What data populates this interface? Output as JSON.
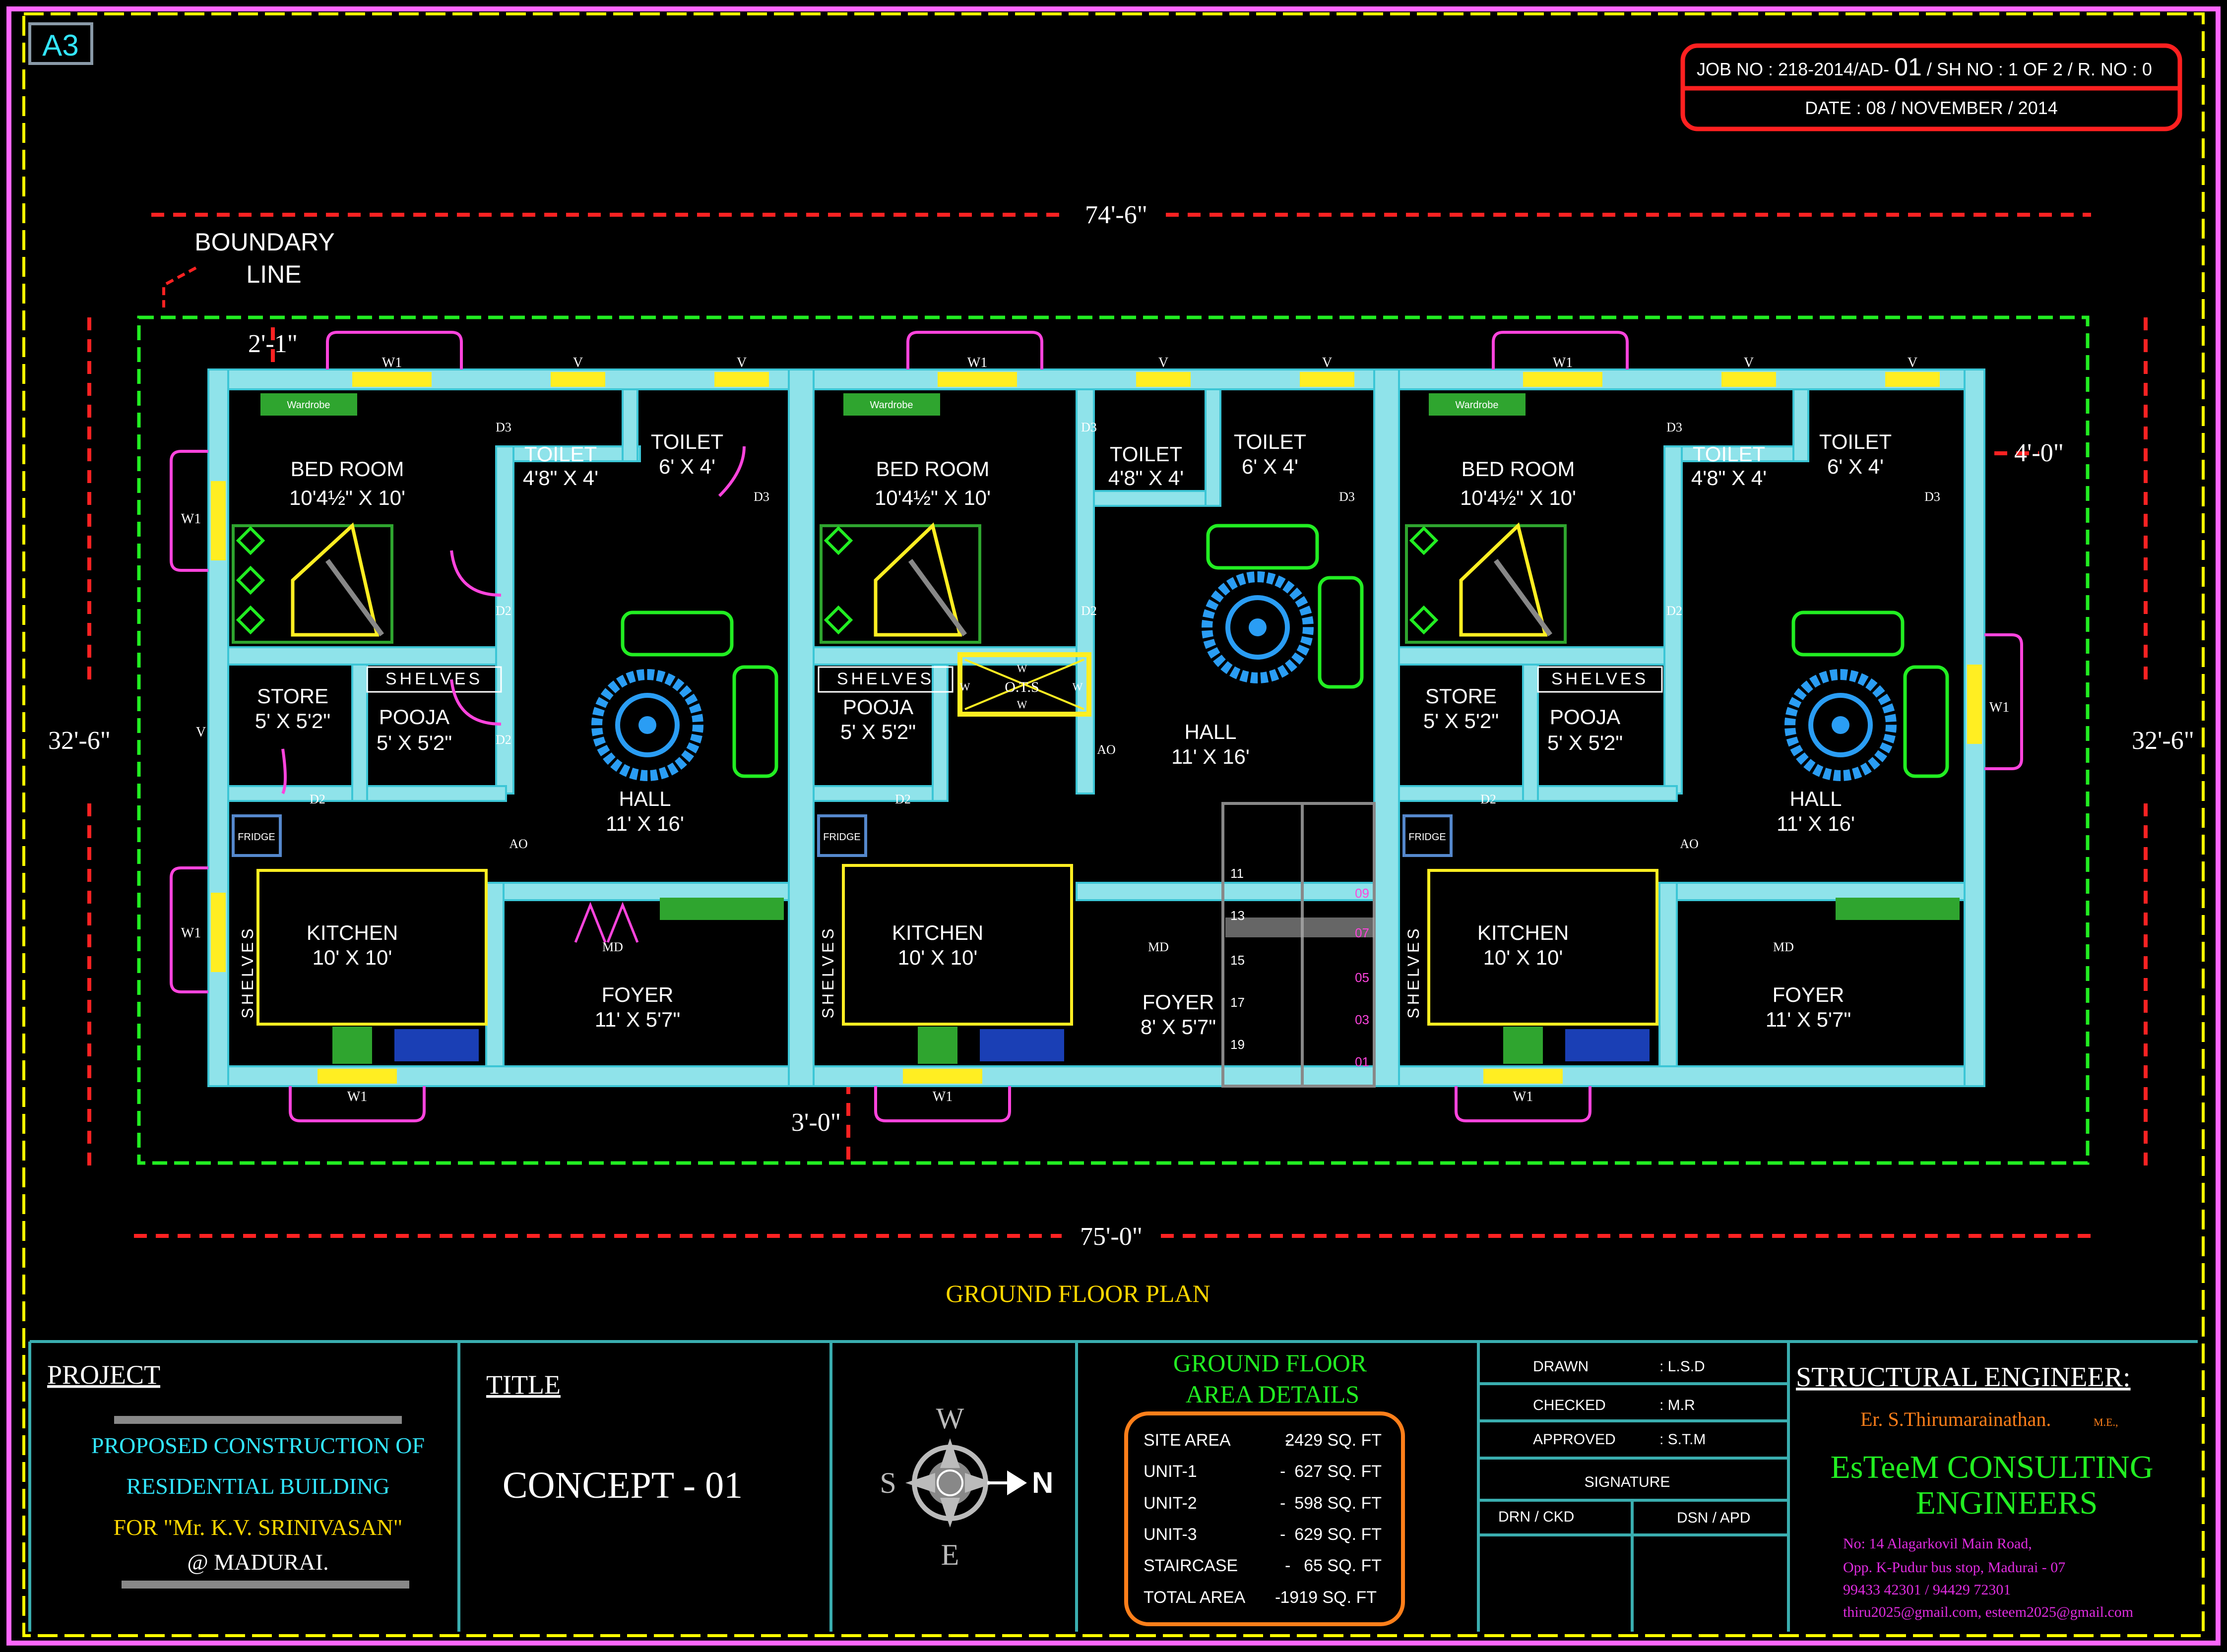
{
  "sheet_size": "A3",
  "job_info": {
    "line1_prefix": "JOB NO : 218-2014/AD-",
    "line1_num": "01",
    "line1_suffix": "/ SH NO : 1 OF 2 / R. NO : 0",
    "date": "DATE : 08 / NOVEMBER / 2014"
  },
  "dimensions": {
    "top": "74'-6\"",
    "bottom": "75'-0\"",
    "left": "32'-6\"",
    "right": "32'-6\"",
    "setback_top": "2'-1\"",
    "setback_bottom": "3'-0\"",
    "setback_right": "4'-0\""
  },
  "boundary_label": [
    "BOUNDARY",
    "LINE"
  ],
  "drawing_title": "GROUND FLOOR PLAN",
  "units": [
    {
      "bed_room": "BED ROOM",
      "bed_size": "10'4½\" X 10'",
      "toilet_a": "TOILET",
      "toilet_a_size": "4'8\" X 4'",
      "toilet_b": "TOILET",
      "toilet_b_size": "6' X 4'",
      "store": "STORE",
      "store_size": "5' X 5'2\"",
      "pooja": "POOJA",
      "pooja_size": "5' X 5'2\"",
      "hall": "HALL",
      "hall_size": "11' X 16'",
      "kitchen": "KITCHEN",
      "kitchen_size": "10' X 10'",
      "foyer": "FOYER",
      "foyer_size": "11' X 5'7\"",
      "shelves_h": "SHELVES",
      "shelves_v": "SHELVES",
      "wardrobe": "Wardrobe",
      "fridge": "FRIDGE"
    },
    {
      "bed_room": "BED ROOM",
      "bed_size": "10'4½\" X 10'",
      "toilet_a": "TOILET",
      "toilet_a_size": "4'8\" X 4'",
      "toilet_b": "TOILET",
      "toilet_b_size": "6' X 4'",
      "pooja": "POOJA",
      "pooja_size": "5' X 5'2\"",
      "hall": "HALL",
      "hall_size": "11' X 16'",
      "kitchen": "KITCHEN",
      "kitchen_size": "10' X 10'",
      "foyer": "FOYER",
      "foyer_size": "8' X 5'7\"",
      "shelves_h": "SHELVES",
      "shelves_v": "SHELVES",
      "wardrobe": "Wardrobe",
      "fridge": "FRIDGE",
      "ots": "O.T.S"
    },
    {
      "bed_room": "BED ROOM",
      "bed_size": "10'4½\" X 10'",
      "toilet_a": "TOILET",
      "toilet_a_size": "4'8\" X 4'",
      "toilet_b": "TOILET",
      "toilet_b_size": "6' X 4'",
      "store": "STORE",
      "store_size": "5' X 5'2\"",
      "pooja": "POOJA",
      "pooja_size": "5' X 5'2\"",
      "hall": "HALL",
      "hall_size": "11' X 16'",
      "kitchen": "KITCHEN",
      "kitchen_size": "10' X 10'",
      "foyer": "FOYER",
      "foyer_size": "11' X 5'7\"",
      "shelves_h": "SHELVES",
      "shelves_v": "SHELVES",
      "wardrobe": "Wardrobe",
      "fridge": "FRIDGE"
    }
  ],
  "openings": {
    "window": "W1",
    "ventilator": "V",
    "door_d2": "D2",
    "door_d3": "D3",
    "main_door": "MD",
    "arch": "AO",
    "window_w": "W"
  },
  "stair_numbers": [
    "11",
    "13",
    "15",
    "17",
    "19"
  ],
  "stair_flight_numbers": [
    "09",
    "07",
    "05",
    "03",
    "01"
  ],
  "title_block": {
    "project_heading": "PROJECT",
    "project_lines": [
      "PROPOSED CONSTRUCTION OF",
      "RESIDENTIAL BUILDING",
      "FOR \"Mr. K.V. SRINIVASAN\"",
      "@ MADURAI."
    ],
    "title_heading": "TITLE",
    "title_value": "CONCEPT - 01",
    "compass": {
      "w": "W",
      "s": "S",
      "e": "E",
      "n": "N"
    },
    "area_heading": [
      "GROUND FLOOR",
      "AREA DETAILS"
    ],
    "areas": [
      {
        "label": "SITE AREA",
        "dash": "-",
        "value": "2429 SQ. FT"
      },
      {
        "label": "UNIT-1",
        "dash": "-",
        "value": "627 SQ. FT"
      },
      {
        "label": "UNIT-2",
        "dash": "-",
        "value": "598 SQ. FT"
      },
      {
        "label": "UNIT-3",
        "dash": "-",
        "value": "629 SQ. FT"
      },
      {
        "label": "STAIRCASE",
        "dash": "-",
        "value": "65 SQ. FT"
      },
      {
        "label": "TOTAL AREA",
        "dash": "-",
        "value": "1919 SQ. FT"
      }
    ],
    "signoff": [
      {
        "label": "DRAWN",
        "value": ": L.S.D"
      },
      {
        "label": "CHECKED",
        "value": ": M.R"
      },
      {
        "label": "APPROVED",
        "value": ": S.T.M"
      }
    ],
    "signature": "SIGNATURE",
    "drn_ckd": "DRN / CKD",
    "dsn_apd": "DSN / APD",
    "engineer_heading": "STRUCTURAL ENGINEER:",
    "engineer_name": "Er. S.Thirumarainathan.",
    "engineer_degree": "M.E.,",
    "firm": [
      "EsTeeM CONSULTING",
      "ENGINEERS"
    ],
    "address": [
      "No: 14 Alagarkovil Main Road,",
      "Opp. K-Pudur bus stop, Madurai - 07",
      "99433 42301 / 94429 72301",
      "thiru2025@gmail.com, esteem2025@gmail.com"
    ]
  },
  "colors": {
    "wall": "#8fe3ea",
    "frame": "#ff66ff",
    "border": "#ffff00",
    "boundary": "#22ee22",
    "dimension": "#ff2222",
    "title_line": "#3aaeb0",
    "gold": "#ffd700",
    "cyan_text": "#33e6ff",
    "green_text": "#22ee22",
    "orange": "#ff7f1a"
  }
}
